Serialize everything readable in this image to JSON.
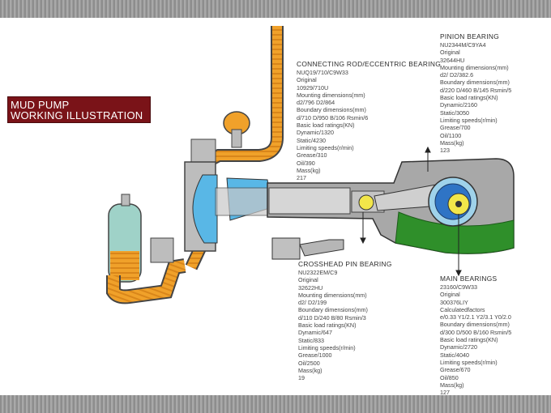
{
  "title": {
    "line1": "MUD PUMP",
    "line2": "WORKING ILLUSTRATION"
  },
  "colors": {
    "title_bg": "#7a1318",
    "mud": "#f0a12a",
    "fluid": "#59b7e6",
    "oil": "#2f8f2a",
    "vessel": "#9fd2c8",
    "frame": "#9a9a9a"
  },
  "blocks": {
    "connecting_rod": {
      "heading": "CONNECTING ROD/ECCENTRIC BEARING",
      "lines": [
        "NUQ19/710/C9W33",
        "Original",
        "10929/710U",
        "Mounting dimensions(mm)",
        "d2/796     D2/864",
        "Boundary dimensions(mm)",
        "d/710    D/950    B/106  Rsmin/6",
        "Basic load ratings(KN)",
        "Dynamic/1320",
        "Static/4230",
        "Limiting speeds(r/min)",
        "Grease/310",
        "Oil/390",
        "Mass(kg)",
        "217"
      ]
    },
    "pinion": {
      "heading": "PINION BEARING",
      "lines": [
        "NU2344M/C9YA4",
        "Original",
        "32644HU",
        "Mounting dimensions(mm)",
        "d2/          D2/382.6",
        "Boundary dimensions(mm)",
        "d/220    D/460    B/145  Rsmin/5",
        "Basic load ratings(KN)",
        "Dynamic/2160",
        "Static/3050",
        "Limiting speeds(r/min)",
        "Grease/700",
        "Oil/1100",
        "Mass(kg)",
        "123"
      ]
    },
    "crosshead": {
      "heading": "CROSSHEAD PIN BEARING",
      "lines": [
        "NU2322EM/C9",
        "Original",
        "32622HU",
        "Mounting dimensions(mm)",
        "d2/          D2/199",
        "Boundary dimensions(mm)",
        "d/110    D/240    B/80  Rsmin/3",
        "Basic load ratings(KN)",
        "Dynamic/647",
        "Static/833",
        "Limiting speeds(r/min)",
        "Grease/1000",
        "Oil/2500",
        "Mass(kg)",
        "19"
      ]
    },
    "main": {
      "heading": "MAIN BEARINGS",
      "lines": [
        "23160/C9W33",
        "Original",
        "300376LIY",
        "Calculatedfactors",
        "e/0.33  Y1/2.1  Y2/3.1  Y0/2.0",
        "Boundary dimensions(mm)",
        "d/300    D/500    B/160  Rsmin/5",
        "Basic load ratings(KN)",
        "Dynamic/2720",
        "Static/4040",
        "Limiting speeds(r/min)",
        "Grease/670",
        "Oil/850",
        "Mass(kg)",
        "127"
      ]
    }
  }
}
